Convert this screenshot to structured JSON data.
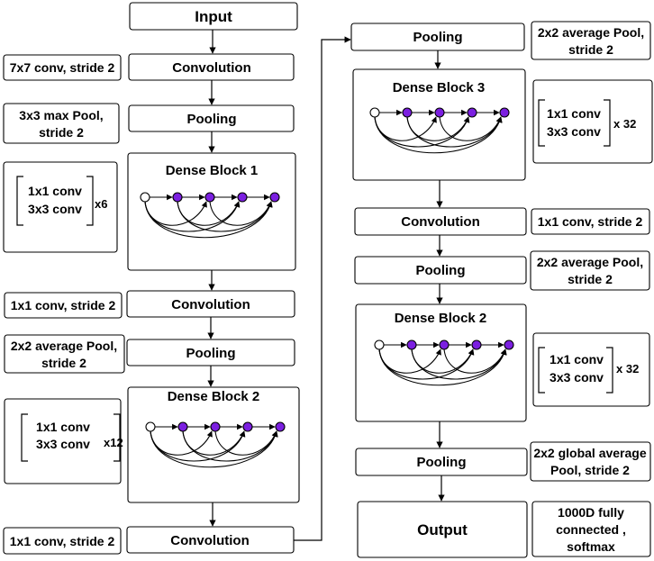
{
  "input": "Input",
  "output": "Output",
  "convolution": "Convolution",
  "pooling": "Pooling",
  "dense_block_1": "Dense Block 1",
  "dense_block_2": "Dense Block 2",
  "dense_block_3": "Dense Block 3",
  "conv_1x1": "1x1 conv",
  "conv_3x3": "3x3 conv",
  "mult_6": "x6",
  "mult_12": "x12",
  "mult_32": "x 32",
  "conv7_line": "7x7 conv, stride 2",
  "maxpool_line1": "3x3 max Pool,",
  "stride2": "stride 2",
  "conv1x1_stride": "1x1 conv, stride 2",
  "avgpool_line1": "2x2 average Pool,",
  "gap_line1": "2x2 global average",
  "gap_line2": "Pool, stride 2",
  "fc_line1": "1000D fully",
  "fc_line2": "connected ,",
  "fc_line3": "softmax",
  "colors": {
    "node_filled": "#7b1fe0",
    "node_open": "#ffffff",
    "stroke": "#000000"
  }
}
